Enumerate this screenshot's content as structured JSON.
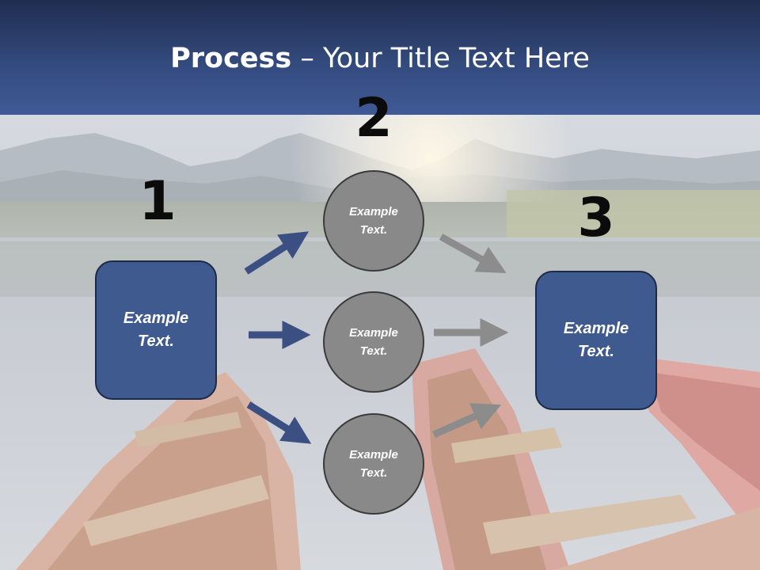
{
  "title": {
    "bold": "Process",
    "rest": " – Your Title Text Here"
  },
  "numbers": {
    "n1": "1",
    "n2": "2",
    "n3": "3"
  },
  "step1": {
    "text": "Example\nText."
  },
  "step2": {
    "top": "Example\nText.",
    "middle": "Example\nText.",
    "bottom": "Example\nText."
  },
  "step3": {
    "text": "Example\nText."
  },
  "colors": {
    "header": "#334a7d",
    "box_fill": "#3f5a8e",
    "circle_fill": "#898989",
    "blue_arrow": "#3b4f82",
    "gray_arrow": "#8c8c8c"
  },
  "background": {
    "scene": "mountain-lake-with-red-boats"
  }
}
